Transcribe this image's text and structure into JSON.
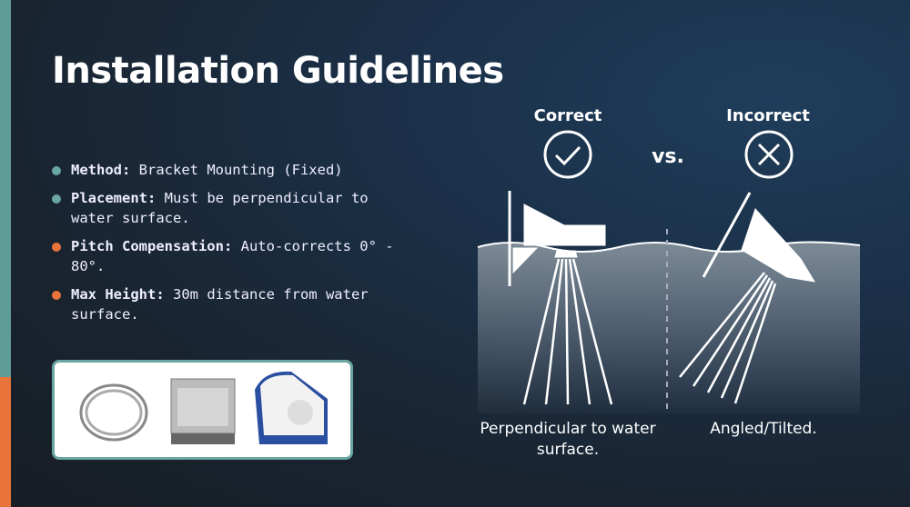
{
  "slide": {
    "title": "Installation Guidelines"
  },
  "bullets": [
    {
      "label": "Method:",
      "text": " Bracket Mounting (Fixed)",
      "color": "#6aa6a2"
    },
    {
      "label": "Placement:",
      "text": " Must be perpendicular to water surface.",
      "color": "#6aa6a2"
    },
    {
      "label": "Pitch Compensation:",
      "text": " Auto-corrects 0° - 80°.",
      "color": "#e8743b"
    },
    {
      "label": "Max Height:",
      "text": " 30m distance from water surface.",
      "color": "#e8743b"
    }
  ],
  "comparison": {
    "correct_label": "Correct",
    "vs_label": "vs.",
    "incorrect_label": "Incorrect",
    "correct_caption": "Perpendicular to water surface.",
    "incorrect_caption": "Angled/Tilted."
  }
}
